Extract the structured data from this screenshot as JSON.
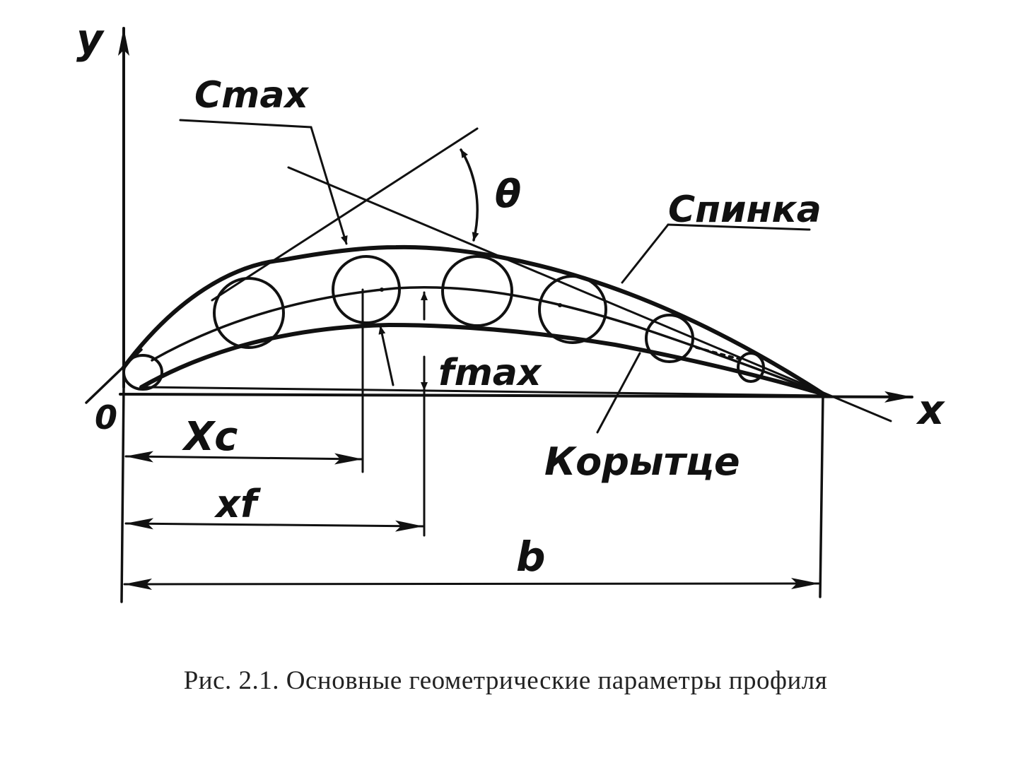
{
  "labels": {
    "y_axis": "y",
    "x_axis": "x",
    "origin": "0",
    "c_max": "Cmax",
    "theta": "θ",
    "spinka": "Спинка",
    "f_max": "fmax",
    "korytse": "Корытце",
    "x_c": "Xc",
    "x_f": "xf",
    "b": "b"
  },
  "caption": "Рис. 2.1. Основные геометрические параметры профиля",
  "colors": {
    "ink": "#111111",
    "caption": "#222222"
  }
}
